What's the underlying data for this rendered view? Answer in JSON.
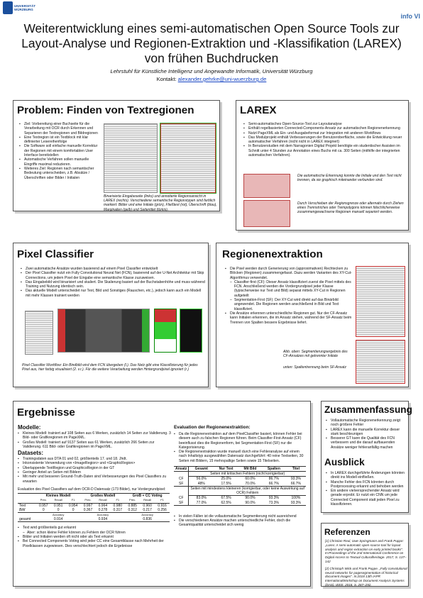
{
  "header": {
    "logo_left_label": "UNIVERSITÄT WÜRZBURG",
    "logo_right_label": "info VI",
    "title": "Weiterentwicklung eines semi-automatischen Open Source Tools zur Layout-Analyse und Regionen-Extraktion und -Klassifikation (LAREX) von frühen Buchdrucken",
    "subtitle": "Lehrstuhl für Künstliche Intelligenz und Angewandte Informatik, Universität Würzburg",
    "contact_label": "Kontakt:",
    "contact_email": "alexander.gehrke@uni-wuerzburg.de"
  },
  "problem": {
    "heading": "Problem: Finden von Textregionen",
    "bullets": [
      "Ziel: Vorbereitung einer Buchseite für die Verarbeitung mit OCR durch Erkennen und Separieren der Textregionen und Bildregionen",
      "Eine Textregion ist ein Textblock mit klar definierter Lesereihenfolge",
      "Die Software soll einfache manuelle Korrektur der Regionen mit einem komfortablen User Interface bereitstellen",
      "Automatische Verfahren sollen manuelle Eingriffe maximal reduzieren.",
      "Weiteres Ziel: Regionen nach semantischer Bedeutung unterscheiden, z.B. Absätze / Überschriften oder Bilder / Initialen"
    ],
    "caption": "Binarisierte Eingabeseite (links) und annotierte Regionsansicht in LAREX (rechts). Verschiedene semantische Regionstypen sind farblich markiert: Bilder und eine Initiale (grün), Fließtext (rot), Überschrift (blau), Marginalien (gelb) und Seitentitel (türkis)."
  },
  "larex": {
    "heading": "LAREX",
    "bullets": [
      "Semi-automatisches Open-Source-Tool zur Layoutanalyse",
      "Enthält regelbasierten Connected-Components-Ansatz zur automatischen Regionenerkennung",
      "Nutzt PageXML als Ein- und Ausgabeformat zur Integration mit anderen Workflows",
      "Das Modulprojekt enthält Verbesserungen der Benutzeroberfläche, sowie die Entwicklung neuer automatischer Verfahren (nicht nicht in LAREX integriert)",
      "In Benutzerstudien mit dem Narragonien Digital Projekt benötigte ein studentischer Assisten im Schnitt unter 4 Stunden zur Annotation eines Buchs mit ca. 300 Seiten (mithilfe der integrierten automatischen Verfahren)."
    ],
    "caption1": "Die automatische Erkennung konnte die Initiale und den Text nicht trennen, da sie graphisch miteinander verbunden sind.",
    "caption2": "Durch Verschieben der Regionsgrenze oder alternativ durch Ziehen eines Trennstriches oder Trempolygons können fälschlicherweise zusammengewachsene Regionen manuell separiert werden."
  },
  "pixel": {
    "heading": "Pixel Classifier",
    "bullets": [
      "Zwei automatische Ansätze wurden basierend auf einem Pixel Classifier entwickelt",
      "Der Pixel Classifier nutzt ein Fully Convolutional Neural Net (FCN), basierend auf der U-Net Architektur mit Skip Connections, um jedem Pixel der Eingabe eine semantische Klasse zuzuweisen.",
      "Das Eingabebild wird binarisiert und skaliert. Die Skalierung basiert auf der Buchstabenhöhe und muss während Training und Nutzung identisch sein.",
      "Das aktuelle Modell unterscheidet nur Text, Bild und Sonstiges (Rauschen, etc.), jedoch kann auch ein Modell mit mehr Klassen trainiert werden"
    ],
    "caption": "Pixel Classifier Workflow: Ein Bindbild wird dem FCN übergeben (l.). Das Netz gibt eine Klassifizierung für jedes Pixel aus, hier farbig visualisiert (2. v.r.). Für die weitere Verarbeitung werden Hintergrundpixel ignoriert (r.)"
  },
  "regionen": {
    "heading": "Regionenextraktion",
    "bullets": [
      "Die Pixel werden durch Generierung von (approximativen) Rechtecken zu Blöcken (Regionen) zusammengefasst. Dazu werden Varianten des XY-Cut-Algorithmus verwendet.",
      "Classifier-first (CF): Dieser Ansatz klassifiziert zuerst die Pixel mittels des FCN. Anschließend werden die Vordergrundpixel jeder Klasse (typischerweise nur Text und Bild) separat mittels XY-Cut in Regionen aufgeteilt",
      "Segmentation-First (SF): Der XY-Cut wird direkt auf das Binärbild angewendet. Die Regionen werden anschließend in Bild und Text klassifiziert.",
      "Die Ansätze erkennen unterschiedliche Regionen gut. Nur der CF-Ansatz kann Initialen erkennen, die im Ansatz stehen, während der SF-Ansatz beim Trennen von Spalten bessere Ergebnisse liefert."
    ],
    "caption1": "Abb. oben: Segmentierungsergebnis des CF-Ansatzes mit getrennter Initiale",
    "caption2": "unten: Spaltentrennung beim SF-Ansatz"
  },
  "ergebnisse": {
    "heading": "Ergebnisse",
    "modelle_heading": "Modelle:",
    "modelle": [
      "Kleines Modell: trainiert auf 108 Seiten aus 6 Werken, zusätzlich 14 Seiten zur Validierung. 3 Bild- oder Grafikregionen im PageXML.",
      "Großes Modell: trainiert auf 9137 Seiten aus 61 Werken, zusätzlich 266 Seiten zur Validierung. 611 Bild- oder Grafikregionen im PageXML."
    ],
    "datasets_heading": "Datasets:",
    "datasets": [
      "Trainingsdaten aus DTA 01 und 02, größtenteils 17. und 18. Jhdt.",
      "Inkonsistente Verwendung von <ImageRegion> und <GraphicRegion>",
      "Überlappende TextRegion und GraphicsRegion in der GT",
      "Geringer Anteil an Seiten mit Bildern",
      "Mit mehr und besseren Ground-Truth-Daten sind Verbesserungen des Pixel Classifiers zu erwarten"
    ],
    "eval_intro": "Evaluation des Pixel Classifiers auf dem OCR-D Datensatz (173 Bilder), nur Vordergrundpixel:",
    "table_groups": [
      "Kleines Modell",
      "Großes Modell",
      "GroB + CC Voting"
    ],
    "table_cols": [
      "Prec.",
      "Recall",
      "F1",
      "Prec.",
      "Recall",
      "F1",
      "Prec.",
      "Recall",
      "F1"
    ],
    "table_rows": [
      {
        "label": "Text",
        "values": [
          "0.957",
          "0.951",
          "0.954",
          "0.997",
          "0.964",
          "0.980",
          "0.885",
          "0.960",
          "0.916"
        ]
      },
      {
        "label": "Bild",
        "values": [
          "0",
          "0",
          "0",
          "0.367",
          "0.278",
          "0.317",
          "0.312",
          "0.217",
          "0.256"
        ]
      }
    ],
    "accuracy_label": "Accuracy",
    "gesamt_label": "gesamt",
    "accuracy": [
      "0.914",
      "0.934",
      "0.836"
    ],
    "bullets_bottom": [
      {
        "text": "Text wird größtenteils gut erkannt",
        "sub": false
      },
      {
        "text": "Aber: schon kleine Fehler können zu Fehlern der OCR führen",
        "sub": true
      },
      {
        "text": "Bilder und Initialen werden oft nicht oder als Text erkannt",
        "sub": false
      },
      {
        "text": "Bei Connected Components Voting wird jeder CC eine Gesamtklasse nach Mehrheit der Pixelklassen zugewiesen. Dies verschlechtert jedoch die Ergebnisse",
        "sub": false
      }
    ],
    "eval_region_heading": "Evaluation der Regionenextraktion:",
    "eval_region_bullets": [
      "Da die Regionenextraktion auf dem PixelClassifier basiert, können Fehler bei diesem auch zu falschen Regionen führen. Beim Classifier-First-Ansatz (CF) beeinflusst dies die Regionenform, bei Segmentation-First (SF) nur die Kategorisierung.",
      "Die Regionenextraktion wurde manuell durch eine Fehleranalyse auf einem nach Inhaltstyp ausgewählten Datensatz durchgeführt: 40 reine Textseiten, 30 Seiten mit Bildern, 15 mehrspaltige Seiten sowie 15 Titelseiten."
    ],
    "table2_cols": [
      "Ansatz",
      "Gesamt",
      "Nur Text",
      "Mit Bild",
      "Spalten",
      "Titel"
    ],
    "table2_sec1": "Seiten mit kritischen Fehlern (nicht korrigierbar)",
    "table2_sec2": "Seiten mit mindestens kleineren (korrigierbar, oder keine Auswirkung auf OCR) Fehlern",
    "table2_rows1": [
      {
        "label": "CF",
        "values": [
          "56.0%",
          "25.0%",
          "60.0%",
          "86.7%",
          "93.3%"
        ]
      },
      {
        "label": "SF",
        "values": [
          "48%",
          "17.5%",
          "70.0%",
          "66.7%",
          "66.7%"
        ]
      }
    ],
    "table2_rows2": [
      {
        "label": "CF",
        "values": [
          "83.0%",
          "67.5%",
          "90.0%",
          "93.3%",
          "100%"
        ]
      },
      {
        "label": "SF",
        "values": [
          "77.0%",
          "62.5%",
          "90.0%",
          "73.3%",
          "93.3%"
        ]
      }
    ],
    "eval_region_bottom": [
      "In vielen Fällen ist die vollautomatische Segmentierung nicht ausreichend",
      "Die verschiedenen Ansätze machen unterschiedliche Fehler, doch die Gesamtqualität unterscheidet sich wenig"
    ]
  },
  "zusammenfassung": {
    "heading": "Zusammenfassung",
    "bullets": [
      "Vollautomatische Regionenerkennung zeigt noch größere Fehler",
      "LAREX kann die manuelle Korrektur dieser stark beschleunigen",
      "Besserer GT kann die Qualität des FCN verbessern und die darauf aufbauenden Ansätze weniger fehleranfällig machen"
    ]
  },
  "ausblick": {
    "heading": "Ausblick",
    "bullets": [
      "In LAREX durchgeführte Änderungen könnten direkt ins Modell einfließen.",
      "Manche Fehler des FCN könnten durch Postprocessing erkannt und behoben werden",
      "Ein andere vielversprechender Ansatz wird gerade erprobt. Er nutzt ein CNN um jede Connected Component statt jeden Pixel zu klassifizieren."
    ]
  },
  "referenzen": {
    "heading": "Referenzen",
    "items": [
      "[1] Christian Reul, Uwe Springmann and Frank Puppe: „Larex: A semi-automatic open-source tool for layout analysis and region extraction on early printed books\". In:Proceedings of the 2nd International Conference on Digital Access to Textual Culturalheritage. 2017, S. 137–142",
      "[2] Christoph Wick und Frank Puppe. „Fully convolutional neural networks for pagesegmentation of historical document images\". In:2018 13th IAPR InternationalWorkshop on Document Analysis Systems (DAS). IEEE. 2018, S. 287–292."
    ]
  }
}
